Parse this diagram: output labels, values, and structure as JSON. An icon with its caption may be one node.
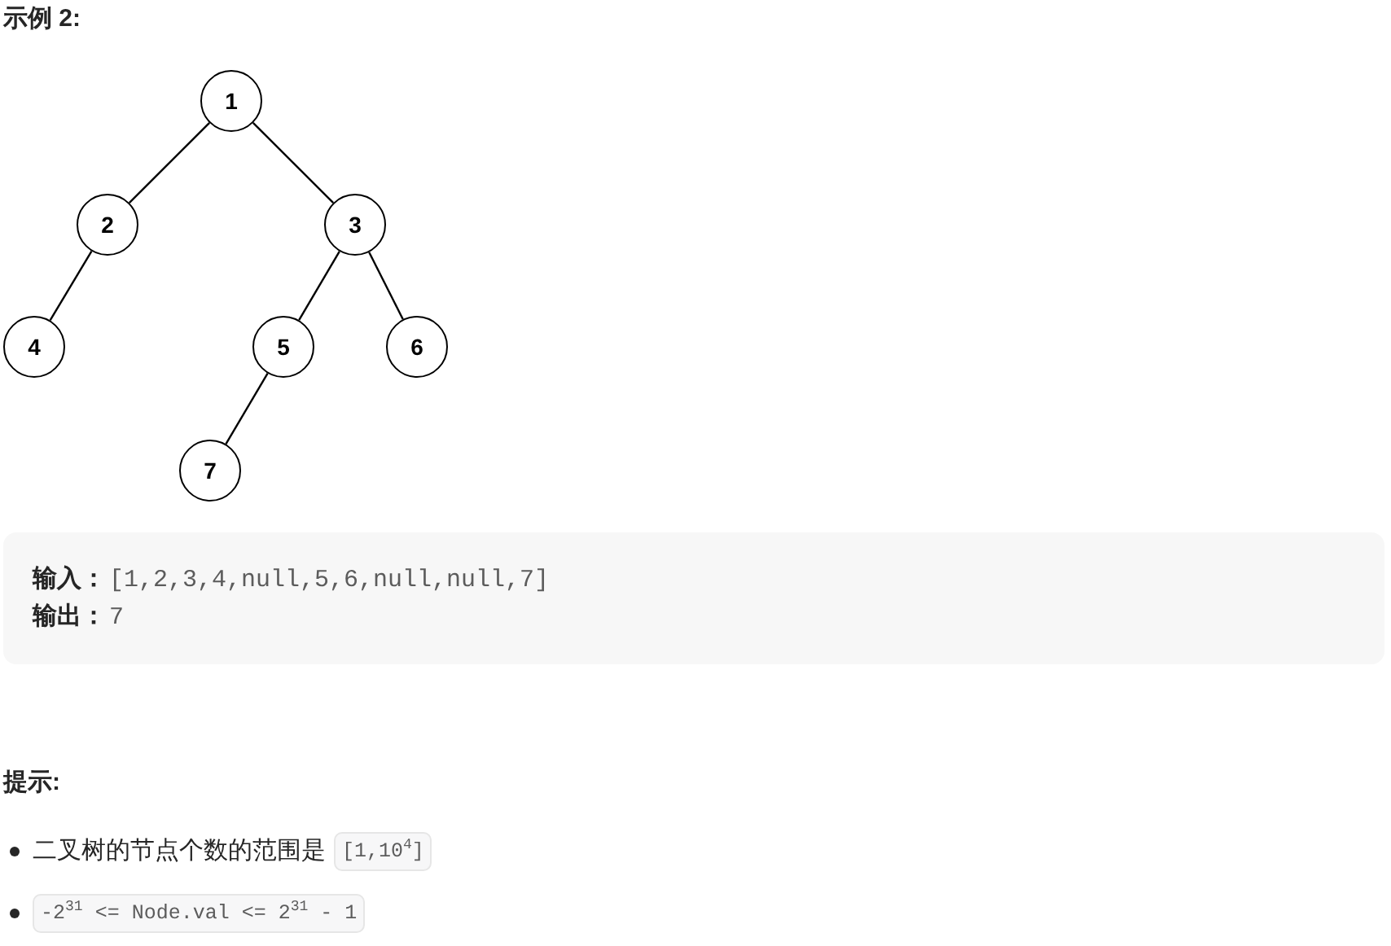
{
  "diagram": {
    "title": "示例 2:",
    "nodes": [
      {
        "text": [
          "1"
        ]
      },
      {
        "text": [
          "2"
        ]
      },
      {
        "text": [
          "3"
        ]
      },
      {
        "text": [
          "4"
        ]
      },
      {
        "text": [
          "5"
        ]
      },
      {
        "text": [
          "6"
        ]
      },
      {
        "text": [
          "7"
        ]
      }
    ],
    "edges": [
      {
        "from": 0,
        "to": 1,
        "arrow": "none"
      },
      {
        "from": 0,
        "to": 2,
        "arrow": "none"
      },
      {
        "from": 1,
        "to": 3,
        "arrow": "none"
      },
      {
        "from": 2,
        "to": 4,
        "arrow": "none"
      },
      {
        "from": 2,
        "to": 5,
        "arrow": "none"
      },
      {
        "from": 4,
        "to": 6,
        "arrow": "none"
      }
    ],
    "labels": [
      "输入：",
      "[1,2,3,4,null,5,6,null,null,7]",
      "输出：",
      "7",
      "提示:",
      "二叉树的节点个数的范围是",
      "[1,10$^{4}$]",
      "-2$^{31}$ <= Node.val <= 2$^{31}$ - 1"
    ]
  }
}
